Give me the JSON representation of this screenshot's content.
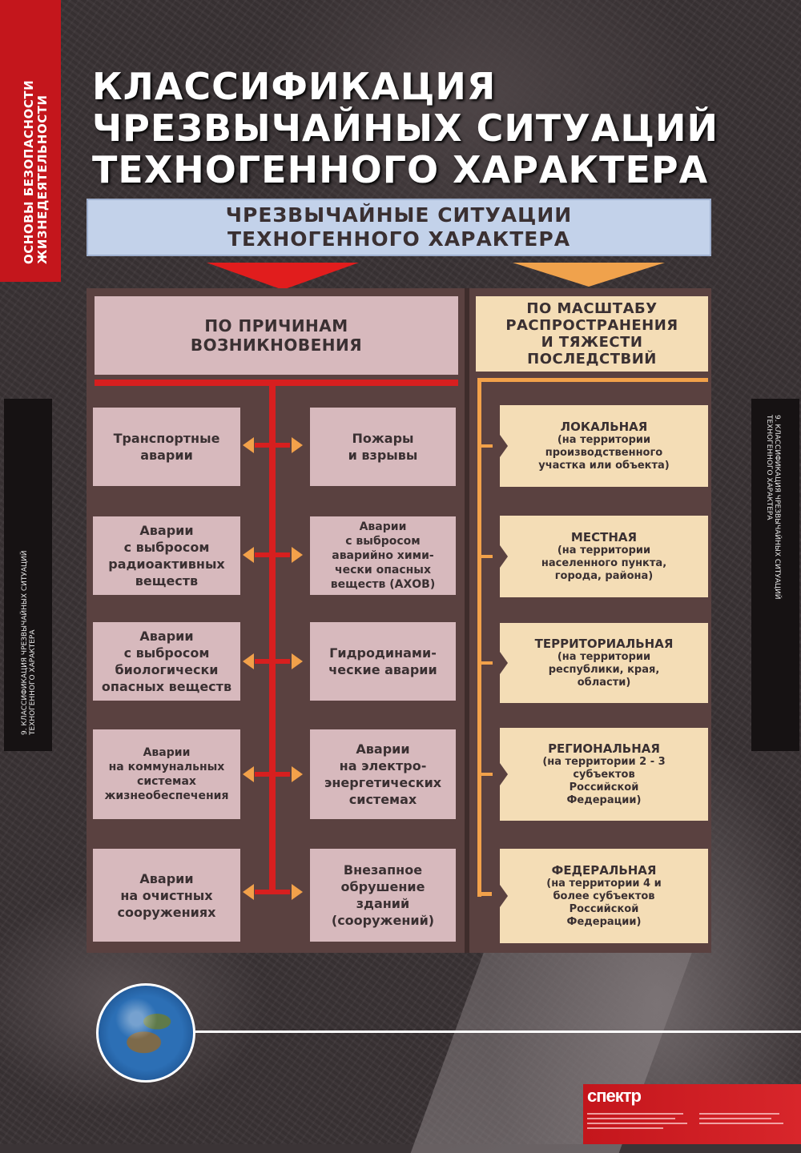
{
  "sidebar": {
    "line1": "ОСНОВЫ БЕЗОПАСНОСТИ",
    "line2": "ЖИЗНЕДЕЯТЕЛЬНОСТИ",
    "vertical_label_line1": "9. КЛАССИФИКАЦИЯ ЧРЕЗВЫЧАЙНЫХ СИТУАЦИЙ",
    "vertical_label_line2": "ТЕХНОГЕННОГО ХАРАКТЕРА"
  },
  "title": {
    "line1": "КЛАССИФИКАЦИЯ",
    "line2": "ЧРЕЗВЫЧАЙНЫХ СИТУАЦИЙ",
    "line3": "ТЕХНОГЕННОГО ХАРАКТЕРА"
  },
  "banner": {
    "line1": "ЧРЕЗВЫЧАЙНЫЕ СИТУАЦИИ",
    "line2": "ТЕХНОГЕННОГО ХАРАКТЕРА"
  },
  "categories": {
    "causes": {
      "line1": "ПО ПРИЧИНАМ",
      "line2": "ВОЗНИКНОВЕНИЯ"
    },
    "scale": {
      "line1": "ПО МАСШТАБУ",
      "line2": "РАСПРОСТРАНЕНИЯ",
      "line3": "И ТЯЖЕСТИ",
      "line4": "ПОСЛЕДСТВИЙ"
    }
  },
  "causes_left": [
    "Транспортные\nаварии",
    "Аварии\nс выбросом\nрадиоактивных\nвеществ",
    "Аварии\nс выбросом\nбиологически\nопасных веществ",
    "Аварии\nна коммунальных\nсистемах\nжизнеобеспечения",
    "Аварии\nна очистных\nсооружениях"
  ],
  "causes_right": [
    "Пожары\nи взрывы",
    "Аварии\nс выбросом\nаварийно хими-\nчески опасных\nвеществ (АХОВ)",
    "Гидродинами-\nческие аварии",
    "Аварии\nна электро-\nэнергетических\nсистемах",
    "Внезапное\nобрушение\nзданий\n(сооружений)"
  ],
  "scales": [
    {
      "name": "ЛОКАЛЬНАЯ",
      "desc": "(на территории\nпроизводственного\nучастка или объекта)"
    },
    {
      "name": "МЕСТНАЯ",
      "desc": "(на территории\nнаселенного пункта,\nгорода, района)"
    },
    {
      "name": "ТЕРРИТОРИАЛЬНАЯ",
      "desc": "(на территории\nреспублики, края,\nобласти)"
    },
    {
      "name": "РЕГИОНАЛЬНАЯ",
      "desc": "(на территории 2 - 3\nсубъектов\nРоссийской\nФедерации)"
    },
    {
      "name": "ФЕДЕРАЛЬНАЯ",
      "desc": "(на территории 4 и\nболее субъектов\nРоссийской\nФедерации)"
    }
  ],
  "publisher": {
    "logo": "спектр"
  },
  "colors": {
    "red": "#d71f1f",
    "orange": "#f2a14a",
    "pink_box": "#d7b9bd",
    "cream_box": "#f4ddb6",
    "banner_blue": "#c3d2ea",
    "board": "#5a4140"
  }
}
